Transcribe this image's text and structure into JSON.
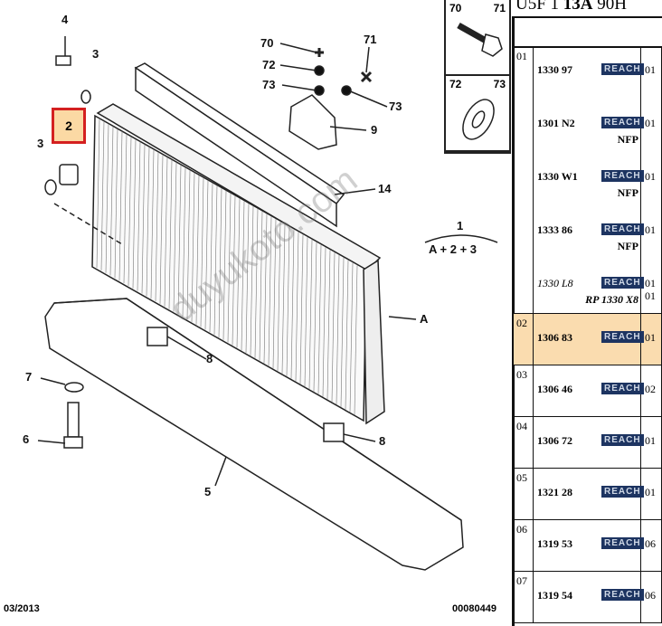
{
  "diagram": {
    "callouts": {
      "c4": "4",
      "c3a": "3",
      "c2": "2",
      "c3b": "3",
      "c70": "70",
      "c72": "72",
      "c73a": "73",
      "c71": "71",
      "c73b": "73",
      "c9": "9",
      "c14": "14",
      "c1": "1",
      "formula": "A + 2 + 3",
      "cA": "A",
      "c8a": "8",
      "c7": "7",
      "c6": "6",
      "c5": "5",
      "c8b": "8"
    },
    "inset": {
      "top_left": "70",
      "top_right": "71",
      "bottom_left": "72",
      "bottom_right": "73"
    },
    "watermark": "duyukoto.com",
    "date": "03/2013",
    "doc_number": "00080449"
  },
  "table": {
    "title_prefix": "U5F 1 ",
    "title_bold": "13A",
    "title_suffix": " 90H",
    "badge": "REACH",
    "rows": [
      {
        "pos": "01",
        "items": [
          {
            "ref": "1330 97",
            "qty": "01"
          },
          {
            "ref": "1301 N2",
            "qty": "01",
            "sub": "NFP"
          },
          {
            "ref": "1330 W1",
            "qty": "01",
            "sub": "NFP"
          },
          {
            "ref": "1333 86",
            "qty": "01",
            "sub": "NFP"
          },
          {
            "ref": "1330 L8",
            "qty": "01",
            "sub": "RP 1330 X8",
            "sub_qty": "01"
          }
        ]
      },
      {
        "pos": "02",
        "ref": "1306 83",
        "qty": "01",
        "selected": true
      },
      {
        "pos": "03",
        "ref": "1306 46",
        "qty": "02"
      },
      {
        "pos": "04",
        "ref": "1306 72",
        "qty": "01"
      },
      {
        "pos": "05",
        "ref": "1321 28",
        "qty": "01"
      },
      {
        "pos": "06",
        "ref": "1319 53",
        "qty": "06"
      },
      {
        "pos": "07",
        "ref": "1319 54",
        "qty": "06"
      }
    ]
  },
  "colors": {
    "highlight": "#fadcaf",
    "callout_border": "#d42020",
    "badge": "#1d3461"
  }
}
